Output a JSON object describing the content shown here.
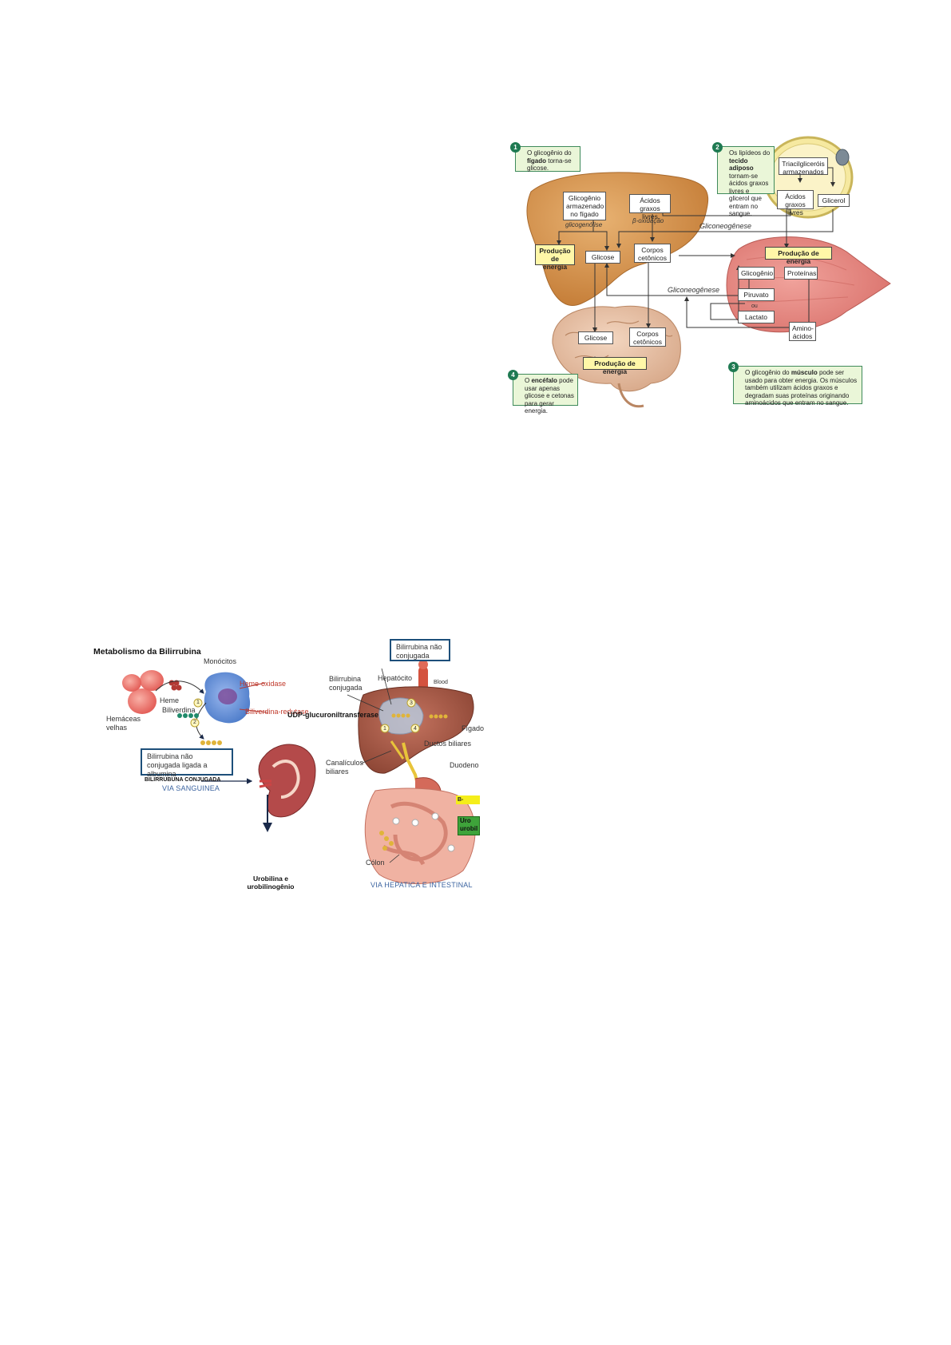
{
  "energy": {
    "note_liver": {
      "num": "1",
      "text_before": "O glicogênio do ",
      "bold": "fígado",
      "text_after": " torna-se glicose."
    },
    "note_adipose": {
      "num": "2",
      "text_before": "Os lipídeos do ",
      "bold": "tecido adiposo",
      "text_after": " tornam-se ácidos graxos livres e glicerol que entram no sangue."
    },
    "note_muscle": {
      "num": "3",
      "text_before": "O glicogênio do ",
      "bold": "músculo",
      "text_after": " pode ser usado para obter energia. Os músculos também utilizam ácidos graxos e degradam suas proteínas originando aminoácidos que entram no sangue."
    },
    "note_brain": {
      "num": "4",
      "text_before": "O ",
      "bold": "encéfalo",
      "text_after": " pode usar apenas glicose e cetonas para gerar energia."
    },
    "boxes": {
      "glycogen_liver": "Glicogênio armazenado no fígado",
      "fatty_acids": "Ácidos graxos livres",
      "energy_liver": "Produção de energia",
      "glucose_liver": "Glicose",
      "ketones_liver": "Corpos cetônicos",
      "triglycerides": "Triacilgliceróis armazenados",
      "fatty_acids_adipose": "Ácidos graxos livres",
      "glycerol": "Glicerol",
      "energy_muscle": "Produção de energia",
      "glycogen_muscle": "Glicogênio",
      "proteins": "Proteínas",
      "pyruvate": "Piruvato",
      "or": "ou",
      "lactate": "Lactato",
      "amino_acids": "Amino-ácidos",
      "glucose_brain": "Glicose",
      "ketones_brain": "Corpos cetônicos",
      "energy_brain": "Produção de energia"
    },
    "labels": {
      "glycogenolysis": "glicogenólise",
      "beta_oxidation": "β-oxidação",
      "gluconeogenesis_top": "Gliconeogênese",
      "gluconeogenesis_mid": "Gliconeogênese"
    },
    "colors": {
      "liver": "#d89a55",
      "fat": "#f6e9a0",
      "muscle": "#e8908a",
      "brain": "#e8c3a8",
      "note_bg": "#eaf6d8",
      "note_border": "#3f8a5b"
    }
  },
  "bilirubin": {
    "title": "Metabolismo da Bilirrubina",
    "monocytes": "Monócitos",
    "heme_oxidase": "Heme-oxidase",
    "heme": "Heme",
    "biliverdin": "Biliverdina",
    "biliverdin_reductase": "Biliverdina-redutase",
    "old_rbc": "Hemáceas velhas",
    "step1": "1",
    "step2": "2",
    "unconj_albumin": "Bilirrubina não conjugada ligada a albumina",
    "blood_route": "VIA SANGUINEA",
    "unconj_top": "Bilirrubina não conjugada",
    "conj": "Bilirrubina conjugada",
    "hepatocyte": "Hepatócito",
    "blood": "Blood",
    "udp": "UDP-glucuroniltransferase",
    "liver": "Fígado",
    "bile_ducts": "Ductos biliares",
    "canaliculi": "Canalículos biliares",
    "duodenum": "Duodeno",
    "beta_gluc": "B-GLICU",
    "uro_box_1": "Uro",
    "uro_box_2": "urobil",
    "colon": "Cólon",
    "hepatic_route": "VIA HEPATICA E INTESTINAL",
    "conj_kidney": "BILIRRUBUNA CONJUGADA",
    "urobilin": "Urobilina e urobilinogênio",
    "liver_steps": [
      "3",
      "1",
      "4"
    ],
    "colors": {
      "rbc": "#f07a6e",
      "monocyte": "#4a7fd0",
      "dot_yellow": "#e0b43a",
      "dot_green": "#1f8a6a",
      "box_border": "#1d4f7a",
      "route_text": "#3c64a0",
      "yellow_box": "#f5ee1a",
      "green_box": "#3ea33a"
    }
  }
}
